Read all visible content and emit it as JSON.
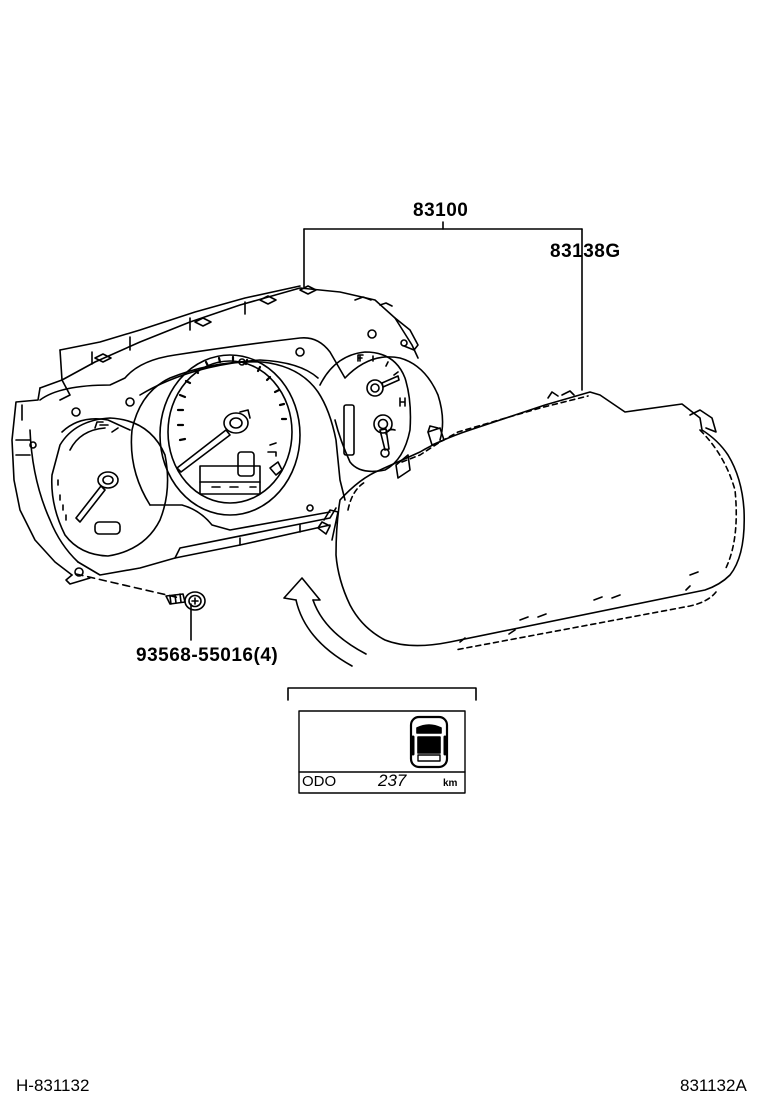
{
  "labels": {
    "assembly": "83100",
    "lens": "83138G",
    "screw": "93568-55016(4)"
  },
  "inset": {
    "odo_label": "ODO",
    "odo_value": "237",
    "odo_unit": "km"
  },
  "footer": {
    "left_code": "H-831132",
    "right_code": "831132A"
  }
}
